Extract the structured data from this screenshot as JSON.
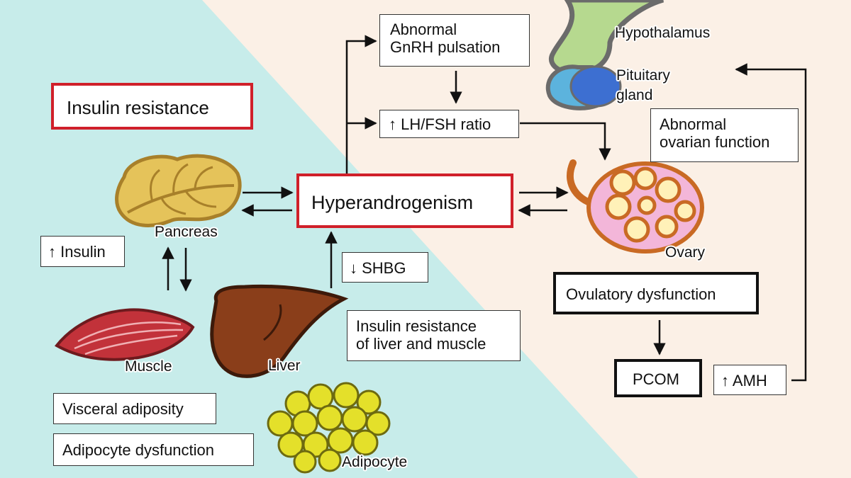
{
  "colors": {
    "left_background": "#c7ecea",
    "right_background": "#fbf0e6",
    "highlight_border": "#d0202a",
    "pancreas": "#e5c35a",
    "muscle": "#c2323a",
    "liver": "#8a3e1a",
    "adipocyte": "#e4e02a",
    "ovary": "#f3b6d9",
    "hypothalamus": "#b6d98f",
    "pituitary": "#3d6fd1"
  },
  "nodes": {
    "insulin_resistance": "Insulin resistance",
    "hyperandrogenism": "Hyperandrogenism",
    "abnormal_gnrh": [
      "Abnormal",
      "GnRH pulsation"
    ],
    "lh_fsh_ratio": "↑ LH/FSH ratio",
    "abnormal_ovarian_function": [
      "Abnormal",
      "ovarian function"
    ],
    "increased_insulin": "↑ Insulin",
    "decreased_shbg": "↓ SHBG",
    "ir_liver_muscle": [
      "Insulin resistance",
      "of liver and muscle"
    ],
    "ovulatory_dysfunction": "Ovulatory dysfunction",
    "pcom": "PCOM",
    "increased_amh": "↑ AMH",
    "visceral_adiposity": "Visceral adiposity",
    "adipocyte_dysfunction": "Adipocyte dysfunction"
  },
  "illustrations": {
    "pancreas": "Pancreas",
    "muscle": "Muscle",
    "liver": "Liver",
    "adipocyte": "Adipocyte",
    "ovary": "Ovary",
    "hypothalamus": "Hypothalamus",
    "pituitary": [
      "Pituitary",
      "gland"
    ]
  },
  "icons": [
    "pancreas-illustration",
    "muscle-illustration",
    "liver-illustration",
    "adipocyte-illustration",
    "ovary-illustration",
    "hypothalamus-pituitary-illustration"
  ]
}
